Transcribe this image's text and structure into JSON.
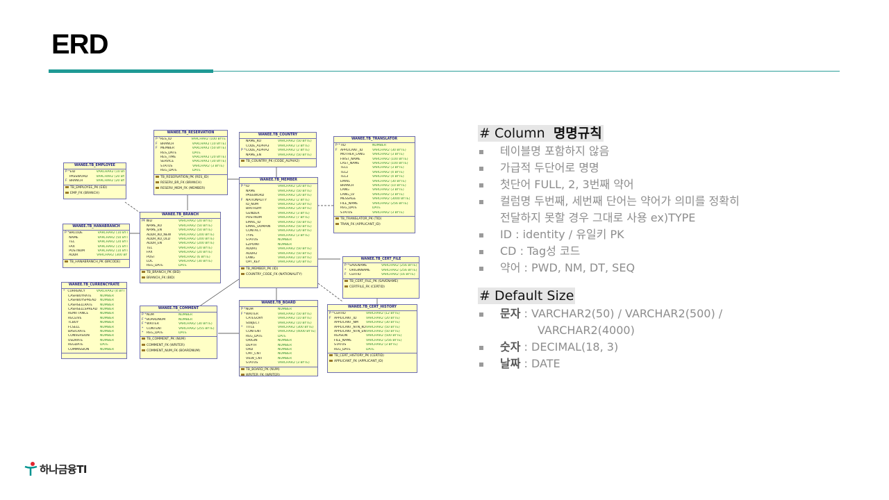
{
  "slide": {
    "title": "ERD"
  },
  "erd": {
    "tables": [
      {
        "key": "employee",
        "name": "WANEE.TB_EMPLOYEE",
        "cols": [
          [
            "P *",
            "EID",
            "VARCHAR2 (10 BYTE)"
          ],
          [
            "",
            "PASSWORD",
            "VARCHAR2 (20 BYTE)"
          ],
          [
            "F",
            "BRANCH",
            "VARCHAR2 (20 BYTE)"
          ]
        ],
        "footer": [
          "TB_EMPLOYEE_PK (EID)",
          "EMP_FK (BRANCH)"
        ]
      },
      {
        "key": "reservation",
        "name": "WANEE.TB_RESERVATION",
        "cols": [
          [
            "P *",
            "RES_ID",
            "VARCHAR2 (100 BYTE)"
          ],
          [
            "F",
            "BRANCH",
            "VARCHAR2 (10 BYTE)"
          ],
          [
            "F",
            "MEMBER",
            "VARCHAR2 (50 BYTE)"
          ],
          [
            "",
            "RES_DATE",
            "DATE"
          ],
          [
            "",
            "RES_TIME",
            "VARCHAR2 (20 BYTE)"
          ],
          [
            "",
            "SERVICE",
            "VARCHAR2 (30 BYTE)"
          ],
          [
            "",
            "STATUS",
            "VARCHAR2 (3 BYTE)"
          ],
          [
            "",
            "REG_DATE",
            "DATE"
          ]
        ],
        "footer": [
          "TB_RESERVATION_PK (RES_ID)",
          "RESERV_BR_FK (BRANCH)",
          "RESERV_MEM_FK (MEMBER)"
        ]
      },
      {
        "key": "country",
        "name": "WANEE.TB_COUNTRY",
        "cols": [
          [
            "",
            "NAME_KO",
            "VARCHAR2 (50 BYTE)"
          ],
          [
            "",
            "CODE_ALPHA3",
            "VARCHAR2 (3 BYTE)"
          ],
          [
            "P *",
            "CODE_ALPHA2",
            "VARCHAR2 (2 BYTE)"
          ],
          [
            "",
            "NAME_EN",
            "VARCHAR2 (50 BYTE)"
          ]
        ],
        "footer": [
          "TB_COUNTRY_PK (CODE_ALPHA2)"
        ]
      },
      {
        "key": "translator",
        "name": "WANEE.TB_TRANSLATOR",
        "cols": [
          [
            "P *",
            "TID",
            "NUMBER"
          ],
          [
            "F",
            "APPLICANT_ID",
            "VARCHAR2 (30 BYTE)"
          ],
          [
            "",
            "MOTHER_LANG",
            "VARCHAR2 (3 BYTE)"
          ],
          [
            "",
            "FIRST_NAME",
            "VARCHAR2 (100 BYTE)"
          ],
          [
            "",
            "LAST_NAME",
            "VARCHAR2 (100 BYTE)"
          ],
          [
            "",
            "TEL1",
            "VARCHAR2 (3 BYTE)"
          ],
          [
            "",
            "TEL2",
            "VARCHAR2 (4 BYTE)"
          ],
          [
            "",
            "TEL3",
            "VARCHAR2 (4 BYTE)"
          ],
          [
            "",
            "EMAIL",
            "VARCHAR2 (30 BYTE)"
          ],
          [
            "",
            "BRANCH",
            "VARCHAR2 (10 BYTE)"
          ],
          [
            "",
            "LANG",
            "VARCHAR2 (3 BYTE)"
          ],
          [
            "",
            "LANG_LV",
            "VARCHAR2 (3 BYTE)"
          ],
          [
            "",
            "MESSAGE",
            "VARCHAR2 (3000 BYTE)"
          ],
          [
            "",
            "FILE_NAME",
            "VARCHAR2 (256 BYTE)"
          ],
          [
            "",
            "REG_DATE",
            "DATE"
          ],
          [
            "",
            "STATUS",
            "VARCHAR2 (3 BYTE)"
          ]
        ],
        "footer": [
          "TB_TRANSLATOR_PK (TID)",
          "TRAN_FK (APPLICANT_ID)"
        ]
      },
      {
        "key": "member",
        "name": "WANEE.TB_MEMBER",
        "cols": [
          [
            "P *",
            "ID",
            "VARCHAR2 (20 BYTE)"
          ],
          [
            "",
            "NAME",
            "VARCHAR2 (50 BYTE)"
          ],
          [
            "",
            "PASSWORD",
            "VARCHAR2 (20 BYTE)"
          ],
          [
            "F",
            "NATIONALITY",
            "VARCHAR2 (2 BYTE)"
          ],
          [
            "",
            "ID_NUM",
            "VARCHAR2 (20 BYTE)"
          ],
          [
            "",
            "BIRTHDAY",
            "VARCHAR2 (20 BYTE)"
          ],
          [
            "",
            "GENDER",
            "VARCHAR2 (3 BYTE)"
          ],
          [
            "",
            "POSTNUM",
            "VARCHAR2 (7 BYTE)"
          ],
          [
            "",
            "EMAIL_ID",
            "VARCHAR2 (50 BYTE)"
          ],
          [
            "",
            "EMAIL_DOMAIN",
            "VARCHAR2 (50 BYTE)"
          ],
          [
            "",
            "CONTACT",
            "VARCHAR2 (20 BYTE)"
          ],
          [
            "",
            "TYPE",
            "VARCHAR2 (3 BYTE)"
          ],
          [
            "",
            "STATUS",
            "NUMBER"
          ],
          [
            "",
            "EZPOINT",
            "NUMBER"
          ],
          [
            "",
            "ADDR1",
            "VARCHAR2 (50 BYTE)"
          ],
          [
            "",
            "ADDR2",
            "VARCHAR2 (50 BYTE)"
          ],
          [
            "",
            "LANG",
            "VARCHAR2 (10 BYTE)"
          ],
          [
            "",
            "OPT_KEY",
            "VARCHAR2 (20 BYTE)"
          ]
        ],
        "footer": [
          "TB_MEMBER_PK (ID)",
          "COUNTRY_CODE_FK (NATIONALITY)"
        ]
      },
      {
        "key": "hanabranch",
        "name": "WANEE.TB_HANABRANCH",
        "cols": [
          [
            "P *",
            "BRCODE",
            "VARCHAR2 (10 BYTE)"
          ],
          [
            "",
            "NAME",
            "VARCHAR2 (50 BYTE)"
          ],
          [
            "",
            "TEL",
            "VARCHAR2 (20 BYTE)"
          ],
          [
            "",
            "FAX",
            "VARCHAR2 (15 BYTE)"
          ],
          [
            "",
            "POSTNUM",
            "VARCHAR2 (10 BYTE)"
          ],
          [
            "",
            "ADDR",
            "VARCHAR2 (300 BYTE)"
          ]
        ],
        "footer": [
          "TB_HANABRANCH_PK (BRCODE)"
        ]
      },
      {
        "key": "branch",
        "name": "WANEE.TB_BRANCH",
        "cols": [
          [
            "PF *",
            "BID",
            "VARCHAR2 (20 BYTE)"
          ],
          [
            "",
            "NAME_KO",
            "VARCHAR2 (50 BYTE)"
          ],
          [
            "",
            "NAME_EN",
            "VARCHAR2 (50 BYTE)"
          ],
          [
            "",
            "ADDR_KO_NEW",
            "VARCHAR2 (200 BYTE)"
          ],
          [
            "",
            "ADDR_KO_OLD",
            "VARCHAR2 (200 BYTE)"
          ],
          [
            "",
            "ADDR_EN",
            "VARCHAR2 (200 BYTE)"
          ],
          [
            "",
            "TEL",
            "VARCHAR2 (20 BYTE)"
          ],
          [
            "",
            "FAX",
            "VARCHAR2 (20 BYTE)"
          ],
          [
            "",
            "POST",
            "VARCHAR2 (6 BYTE)"
          ],
          [
            "",
            "LOC",
            "VARCHAR2 (30 BYTE)"
          ],
          [
            "",
            "REG_DATE",
            "DATE"
          ]
        ],
        "footer": [
          "TB_BRANCH_PK (BID)",
          "BRANCH_FK (BID)"
        ]
      },
      {
        "key": "certfile",
        "name": "WANEE.TB_CERT_FILE",
        "cols": [
          [
            "P *",
            "SAVENAME",
            "VARCHAR2 (256 BYTE)"
          ],
          [
            "*",
            "ORIGINNAME",
            "VARCHAR2 (256 BYTE)"
          ],
          [
            "F",
            "CERTID",
            "VARCHAR2 (16 BYTE)"
          ]
        ],
        "footer": [
          "TB_CERT_FILE_PK (SAVENAME)",
          "CERTFILE_FK (CERTID)"
        ]
      },
      {
        "key": "currencyrate",
        "name": "WANEE.TB_CURRENCYRATE",
        "cols": [
          [
            "*",
            "CURRENCY",
            "VARCHAR2 (4 BYTE)"
          ],
          [
            "",
            "CASHBUYRATE",
            "NUMBER"
          ],
          [
            "",
            "CASHBUYSPREAD",
            "NUMBER"
          ],
          [
            "",
            "CASHSELLRATE",
            "NUMBER"
          ],
          [
            "",
            "CASHSELLSPREAD",
            "NUMBER"
          ],
          [
            "",
            "REMITTANCE",
            "NUMBER"
          ],
          [
            "",
            "RECEIVE",
            "NUMBER"
          ],
          [
            "",
            "TCBUY",
            "NUMBER"
          ],
          [
            "",
            "FCSELL",
            "NUMBER"
          ],
          [
            "",
            "BASICRATE",
            "NUMBER"
          ],
          [
            "",
            "CONVERSION",
            "NUMBER"
          ],
          [
            "",
            "USDRATE",
            "NUMBER"
          ],
          [
            "",
            "REGDATE",
            "DATE"
          ],
          [
            "",
            "COMMISSION",
            "NUMBER"
          ]
        ],
        "footer": []
      },
      {
        "key": "comment",
        "name": "WANEE.TB_COMMENT",
        "cols": [
          [
            "P *",
            "NUM",
            "NUMBER"
          ],
          [
            "F *",
            "BOARDNUM",
            "NUMBER"
          ],
          [
            "F *",
            "WRITER",
            "VARCHAR2 (30 BYTE)"
          ],
          [
            "*",
            "CONTENT",
            "VARCHAR2 (255 BYTE)"
          ],
          [
            "*",
            "REG_DATE",
            "DATE"
          ]
        ],
        "footer": [
          "TB_COMMENT_PK (NUM)",
          "COMMENT_FK (WRITER)",
          "COMMENT_NUM_FK (BOARDNUM)"
        ]
      },
      {
        "key": "board",
        "name": "WANEE.TB_BOARD",
        "cols": [
          [
            "P *",
            "NUM",
            "NUMBER"
          ],
          [
            "F *",
            "WRITER",
            "VARCHAR2 (50 BYTE)"
          ],
          [
            "",
            "CATEGORY",
            "VARCHAR2 (10 BYTE)"
          ],
          [
            "",
            "SUBJECT",
            "VARCHAR2 (10 BYTE)"
          ],
          [
            "*",
            "TITLE",
            "VARCHAR2 (300 BYTE)"
          ],
          [
            "",
            "CONTENT",
            "VARCHAR2 (4000 BYTE)"
          ],
          [
            "",
            "REG_DATE",
            "DATE"
          ],
          [
            "",
            "ORIGIN",
            "NUMBER"
          ],
          [
            "",
            "DEPTH",
            "NUMBER"
          ],
          [
            "",
            "ORD",
            "NUMBER"
          ],
          [
            "",
            "CMT_CNT",
            "NUMBER"
          ],
          [
            "",
            "VIEW_CNT",
            "NUMBER"
          ],
          [
            "",
            "STATUS",
            "VARCHAR2 (3 BYTE)"
          ]
        ],
        "footer": [
          "TB_BOARD_PK (NUM)",
          "WRITER_FK (WRITER)"
        ]
      },
      {
        "key": "certhistory",
        "name": "WANEE.TB_CERT_HISTORY",
        "cols": [
          [
            "P *",
            "CERTID",
            "VARCHAR2 (12 BYTE)"
          ],
          [
            "F",
            "APPLICANT_ID",
            "VARCHAR2 (20 BYTE)"
          ],
          [
            "",
            "APPLICANT_NM",
            "VARCHAR2 (30 BYTE)"
          ],
          [
            "",
            "APPLICANT_NTN_KO",
            "VARCHAR2 (50 BYTE)"
          ],
          [
            "",
            "APPLICANT_NTN_EN",
            "VARCHAR2 (50 BYTE)"
          ],
          [
            "",
            "REASON",
            "VARCHAR2 (500 BYTE)"
          ],
          [
            "",
            "FILE_NAME",
            "VARCHAR2 (256 BYTE)"
          ],
          [
            "",
            "STATUS",
            "VARCHAR2 (3 BYTE)"
          ],
          [
            "",
            "REG_DATE",
            "DATE"
          ]
        ],
        "footer": [
          "TB_CERT_HISTORY_PK (CERTID)",
          "APPLICANT_FK (APPLICANT_ID)"
        ]
      }
    ]
  },
  "rules": {
    "heading_prefix": "# Column",
    "heading_bold": "명명규칙",
    "items": [
      {
        "text": "테이블명 포함하지 않음"
      },
      {
        "text": "가급적 두단어로 명명"
      },
      {
        "text": "첫단어 FULL, 2, 3번째 약어"
      },
      {
        "text": "컬럼명 두번째, 세번째 단어는 약어가 의미를 정확히",
        "cont": "전달하지 못할 경우 그대로 사용 ex)TYPE"
      },
      {
        "text": "ID : identity / 유일키 PK"
      },
      {
        "text": "CD : Tag성 코드"
      },
      {
        "text": "약어 : PWD, NM, DT, SEQ"
      }
    ]
  },
  "defaults": {
    "heading": "# Default Size",
    "items": [
      {
        "lead": "문자",
        "text": " : VARCHAR2(50) / VARCHAR2(500) /",
        "cont": "VARCHAR2(4000)"
      },
      {
        "lead": "숫자",
        "text": " : DECIMAL(18, 3)"
      },
      {
        "lead": "날짜",
        "text": " : DATE"
      }
    ]
  },
  "footer": {
    "logo_text": "하나금융TI",
    "logo_icon": "hana-logo-icon"
  },
  "colors": {
    "accent": "#1f9a95",
    "table_fill": "#ffffc6",
    "table_border": "#6b6bb0"
  }
}
